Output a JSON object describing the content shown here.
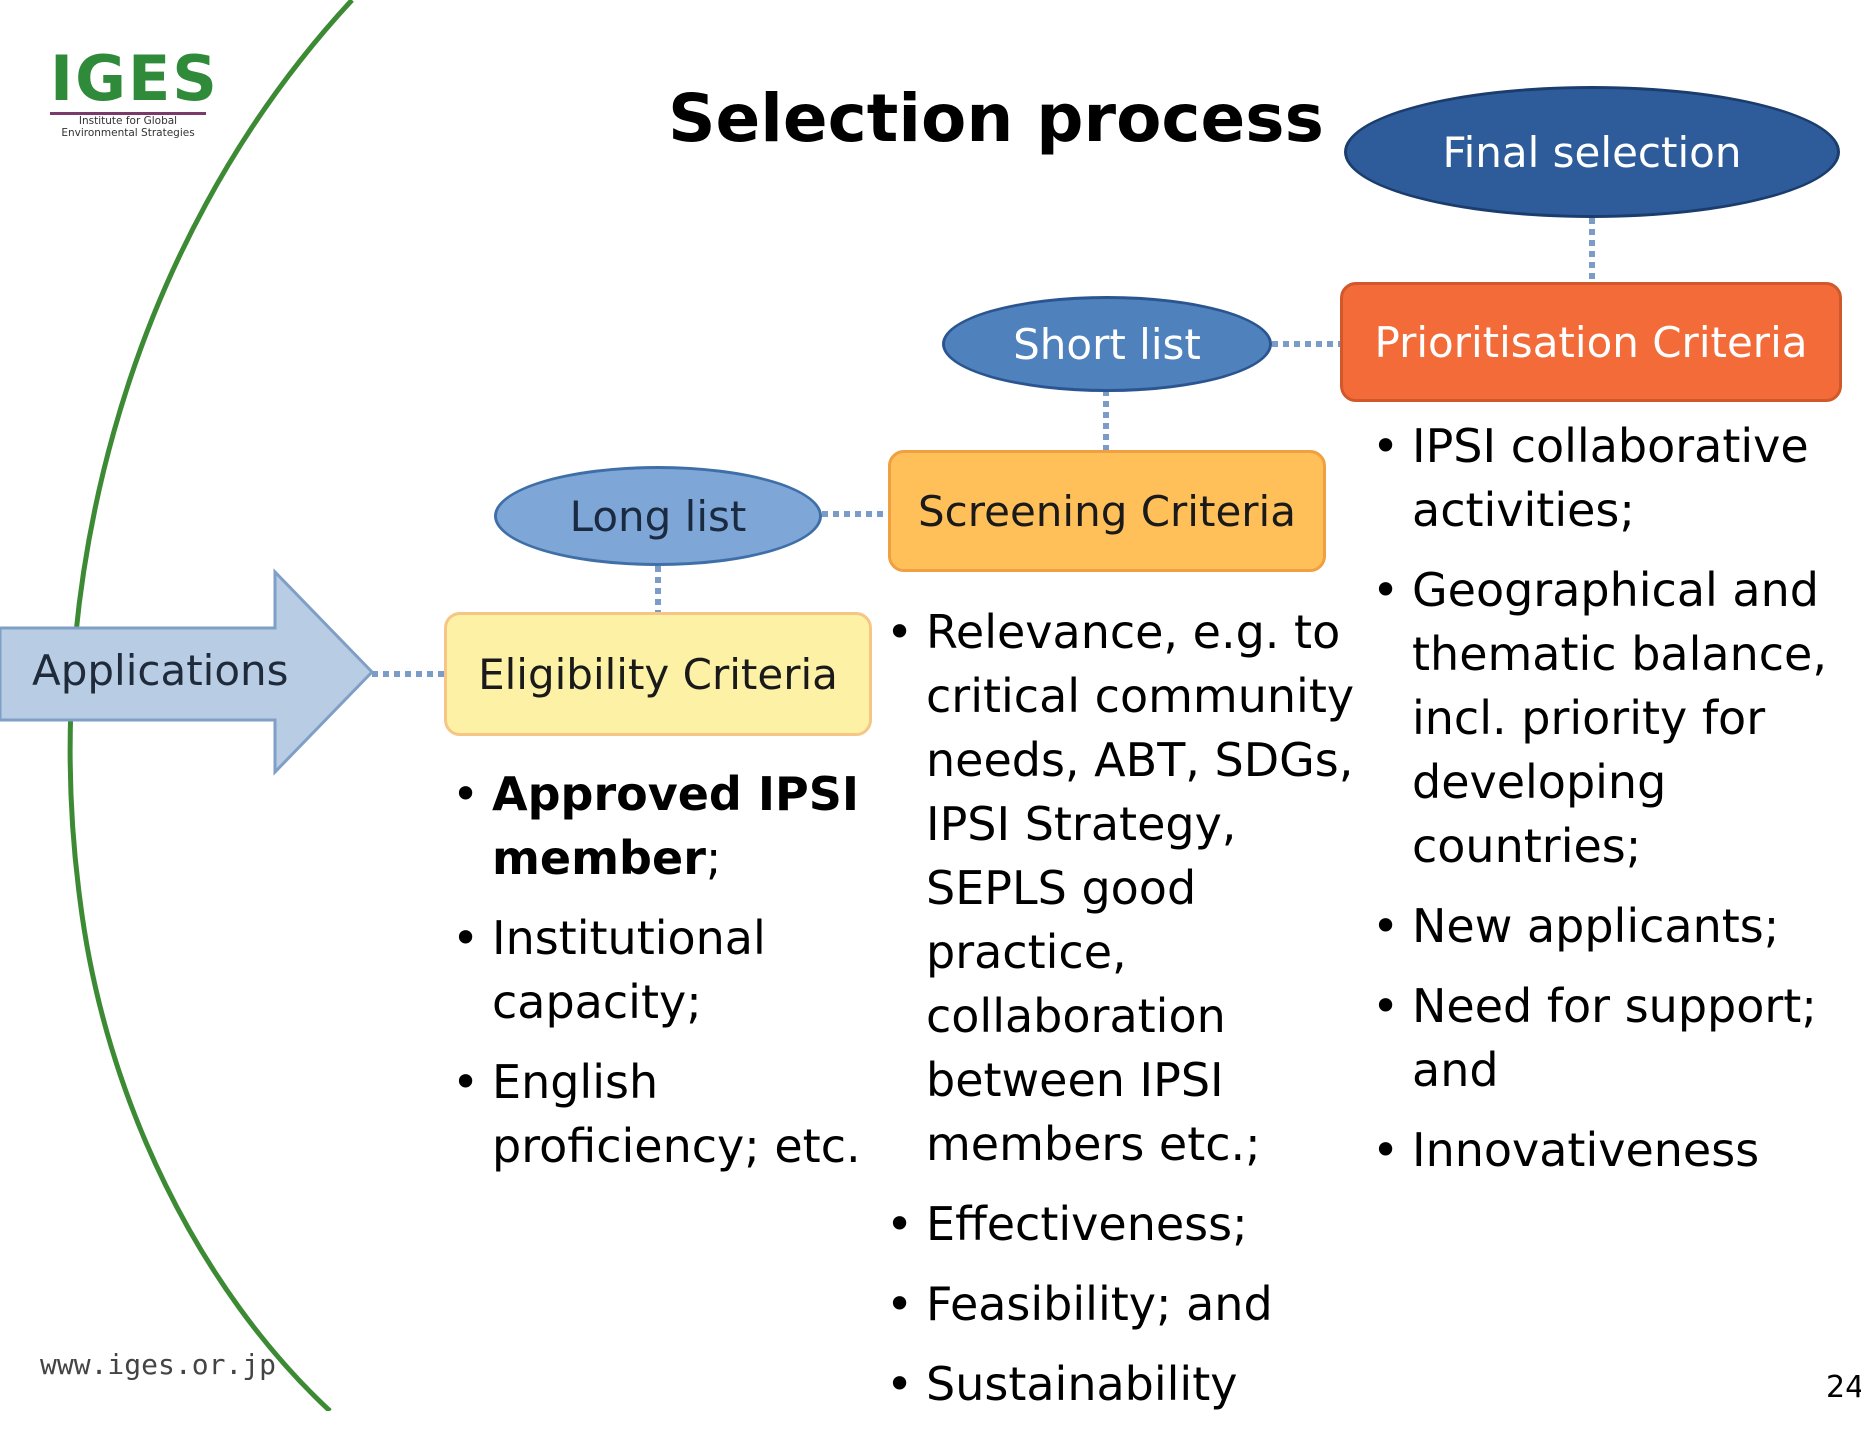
{
  "logo": {
    "word": "IGES",
    "subtitle_line1": "Institute for Global",
    "subtitle_line2": "Environmental Strategies"
  },
  "title": "Selection process",
  "nodes": {
    "applications": "Applications",
    "eligibility": "Eligibility Criteria",
    "long_list": "Long list",
    "screening": "Screening Criteria",
    "short_list": "Short list",
    "prioritisation": "Prioritisation Criteria",
    "final_selection": "Final selection"
  },
  "eligibility_items": [
    {
      "bold": "Approved IPSI member",
      "text": ";"
    },
    {
      "bold": "",
      "text": "Institutional capacity;"
    },
    {
      "bold": "",
      "text": "English proficiency; etc."
    }
  ],
  "screening_items": [
    "Relevance, e.g. to critical community needs, ABT, SDGs, IPSI Strategy, SEPLS good practice, collaboration between IPSI members etc.;",
    "Effectiveness;",
    "Feasibility; and",
    "Sustainability"
  ],
  "prioritisation_items": [
    "IPSI collaborative activities;",
    "Geographical and thematic balance, incl. priority for developing countries;",
    "New applicants;",
    "Need for support; and",
    "Innovativeness"
  ],
  "footer": {
    "url": "www.iges.or.jp",
    "page": "24"
  },
  "colors": {
    "green_arc": "#3d8a35",
    "arrow_fill": "#b8cce4",
    "arrow_stroke": "#7f9fc6",
    "eligibility_fill": "#fdf1a6",
    "eligibility_stroke": "#f5c686",
    "long_list_fill": "#7ea6d6",
    "screening_fill": "#ffc05a",
    "screening_stroke": "#f0a040",
    "short_list_fill": "#4f81bd",
    "prioritisation_fill": "#f26b38",
    "prioritisation_stroke": "#d0582a",
    "final_fill": "#2e5c9a",
    "connector": "#7a9cc6"
  }
}
